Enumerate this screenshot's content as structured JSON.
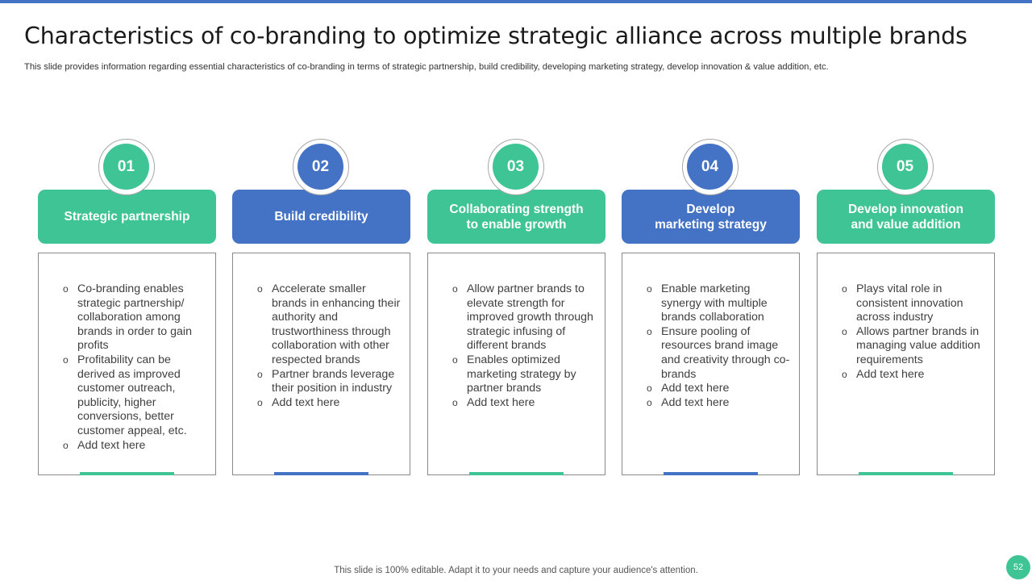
{
  "slide": {
    "title": "Characteristics of co-branding to optimize strategic alliance across multiple brands",
    "subtitle": "This slide provides information regarding essential characteristics of co-branding in terms of strategic partnership, build credibility, developing marketing strategy, develop innovation & value addition, etc.",
    "footer_note": "This slide is 100% editable. Adapt it to your needs and capture your audience's attention.",
    "page_number": "52"
  },
  "colors": {
    "green": "#3ec495",
    "blue": "#4472c4",
    "top_bar": "#4472c4"
  },
  "columns": [
    {
      "number": "01",
      "color": "green",
      "header": "Strategic  partnership",
      "bullets": [
        "Co-branding enables strategic partnership/ collaboration among brands in order to gain profits",
        "Profitability can be derived as improved customer outreach, publicity, higher conversions, better customer appeal, etc.",
        "Add text here"
      ]
    },
    {
      "number": "02",
      "color": "blue",
      "header": "Build credibility",
      "bullets": [
        "Accelerate smaller brands in enhancing their authority and trustworthiness through collaboration with other respected brands",
        "Partner brands leverage their position in industry",
        "Add text here"
      ]
    },
    {
      "number": "03",
      "color": "green",
      "header": "Collaborating strength\nto enable growth",
      "bullets": [
        "Allow partner brands to elevate strength for improved growth through strategic infusing of different brands",
        "Enables optimized marketing strategy by partner brands",
        "Add text here"
      ]
    },
    {
      "number": "04",
      "color": "blue",
      "header": "Develop\nmarketing strategy",
      "bullets": [
        "Enable marketing synergy with multiple brands collaboration",
        "Ensure pooling of resources brand image and creativity through co-brands",
        "Add text here",
        "Add text here"
      ]
    },
    {
      "number": "05",
      "color": "green",
      "header": "Develop innovation\nand value addition",
      "bullets": [
        "Plays vital role in consistent innovation across industry",
        "Allows partner brands in managing value addition requirements",
        "Add text here"
      ]
    }
  ]
}
